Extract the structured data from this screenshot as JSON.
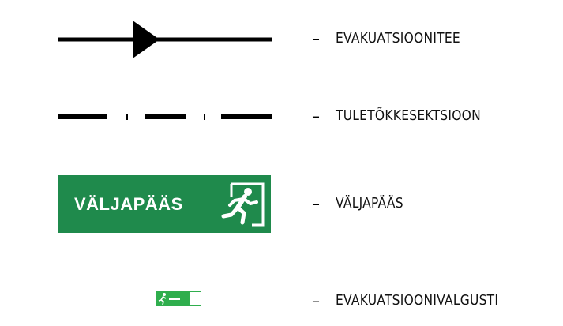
{
  "legend": {
    "separator": "–",
    "items": [
      {
        "id": "evacuation-route",
        "label": "EVAKUATSIOONITEE"
      },
      {
        "id": "fire-compartment",
        "label": "TULETÕKKESEKTSIOON"
      },
      {
        "id": "exit-sign",
        "label": "VÄLJAPÄÄS",
        "sign_text": "VÄLJAPÄÄS"
      },
      {
        "id": "evacuation-light",
        "label": "EVAKUATSIOONIVALGUSTI"
      }
    ]
  },
  "colors": {
    "exit_green": "#1f8a4c",
    "line_black": "#000000",
    "text": "#111111"
  }
}
